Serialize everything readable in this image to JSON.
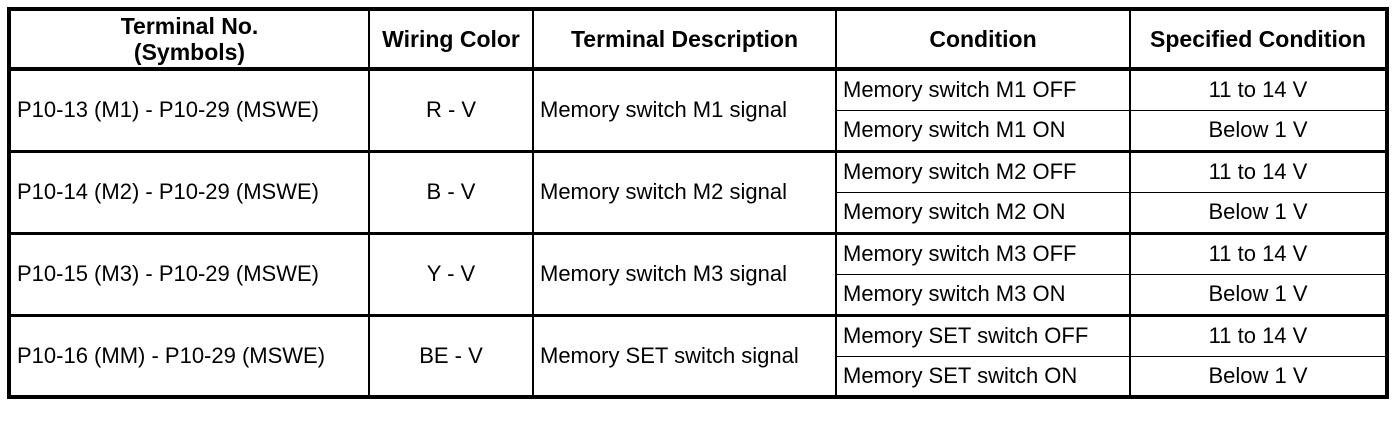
{
  "table": {
    "headers": {
      "terminal_no_line1": "Terminal No.",
      "terminal_no_line2": "(Symbols)",
      "wiring_color": "Wiring Color",
      "terminal_description": "Terminal Description",
      "condition": "Condition",
      "specified_condition": "Specified Condition"
    },
    "rows": [
      {
        "terminal_no": "P10-13 (M1) - P10-29 (MSWE)",
        "wiring_color": "R - V",
        "description": "Memory switch M1 signal",
        "conditions": [
          {
            "condition": "Memory switch M1 OFF",
            "specified": "11 to 14 V"
          },
          {
            "condition": "Memory switch M1 ON",
            "specified": "Below 1 V"
          }
        ]
      },
      {
        "terminal_no": "P10-14 (M2) - P10-29 (MSWE)",
        "wiring_color": "B - V",
        "description": "Memory switch M2 signal",
        "conditions": [
          {
            "condition": "Memory switch M2 OFF",
            "specified": "11 to 14 V"
          },
          {
            "condition": "Memory switch M2 ON",
            "specified": "Below 1 V"
          }
        ]
      },
      {
        "terminal_no": "P10-15 (M3) - P10-29 (MSWE)",
        "wiring_color": "Y - V",
        "description": "Memory switch M3 signal",
        "conditions": [
          {
            "condition": "Memory switch M3 OFF",
            "specified": "11 to 14 V"
          },
          {
            "condition": "Memory switch M3 ON",
            "specified": "Below 1 V"
          }
        ]
      },
      {
        "terminal_no": "P10-16 (MM) - P10-29 (MSWE)",
        "wiring_color": "BE - V",
        "description": "Memory SET switch signal",
        "conditions": [
          {
            "condition": "Memory SET switch OFF",
            "specified": "11 to 14 V"
          },
          {
            "condition": "Memory SET switch ON",
            "specified": "Below 1 V"
          }
        ]
      }
    ],
    "colors": {
      "border": "#000000",
      "text": "#000000",
      "background": "#ffffff"
    }
  }
}
